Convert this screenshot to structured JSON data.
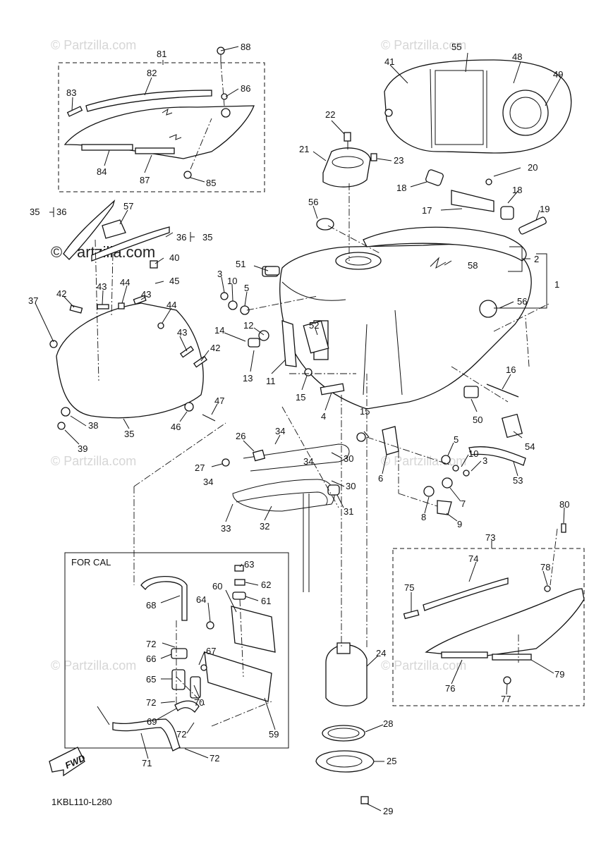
{
  "watermark": "© Partzilla.com",
  "fwd_label": "FWD",
  "boxes": {
    "for_cal": "FOR CAL"
  },
  "diagram_code": "1KBL110-L280",
  "bracket_labels": {
    "b35a_pre": "35",
    "b35a_post": "36",
    "b35b_pre": "36",
    "b35b_post": "35"
  },
  "callouts": [
    "88",
    "81",
    "86",
    "82",
    "83",
    "84",
    "87",
    "85",
    "55",
    "41",
    "48",
    "49",
    "22",
    "21",
    "23",
    "20",
    "18",
    "18",
    "17",
    "19",
    "56",
    "57",
    "35",
    "36",
    "36",
    "35",
    "40",
    "45",
    "42",
    "43",
    "44",
    "43",
    "44",
    "37",
    "42",
    "43",
    "51",
    "3",
    "10",
    "5",
    "12",
    "14",
    "13",
    "11",
    "52",
    "15",
    "58",
    "2",
    "1",
    "56",
    "16",
    "4",
    "50",
    "54",
    "47",
    "46",
    "38",
    "39",
    "35",
    "26",
    "34",
    "30",
    "27",
    "34",
    "34",
    "30",
    "31",
    "32",
    "33",
    "15",
    "5",
    "10",
    "3",
    "6",
    "7",
    "8",
    "9",
    "53",
    "80",
    "73",
    "74",
    "78",
    "75",
    "24",
    "28",
    "25",
    "29",
    "76",
    "77",
    "79",
    "63",
    "62",
    "61",
    "60",
    "64",
    "68",
    "72",
    "66",
    "67",
    "65",
    "72",
    "70",
    "69",
    "72",
    "59",
    "71",
    "72"
  ]
}
